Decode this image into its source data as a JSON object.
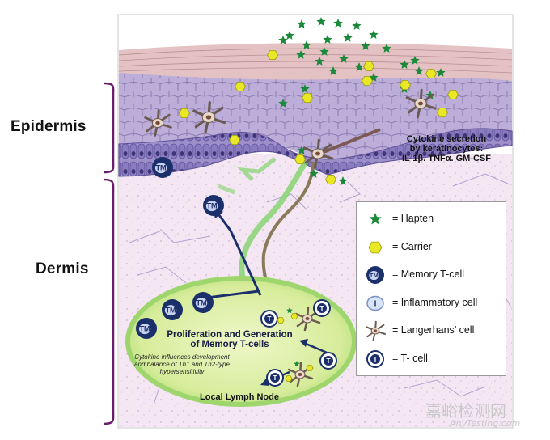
{
  "labels": {
    "epidermis": "Epidermis",
    "dermis": "Dermis"
  },
  "cytokine_note": {
    "line1": "Cytokine secretion",
    "line2": "by keratinocytes:",
    "line3": "IL-1β. TNFα. GM-CSF"
  },
  "node": {
    "title_line1": "Proliferation and Generation",
    "title_line2": "of Memory T-cells",
    "influence_line1": "Cytokine influences development",
    "influence_line2": "and balance of Th1 and Th2-type",
    "influence_line3": "hypersensitivity",
    "lymph_label": "Local Lymph Node"
  },
  "cell_letters": {
    "memory": "TM",
    "inflammatory": "I",
    "tcell": "T"
  },
  "legend": [
    {
      "icon": "hapten-star-icon",
      "text": "= Hapten"
    },
    {
      "icon": "carrier-hexagon-icon",
      "text": "= Carrier"
    },
    {
      "icon": "memory-t-cell-icon",
      "text": "= Memory T-cell"
    },
    {
      "icon": "inflammatory-cell-icon",
      "text": "= Inflammatory cell"
    },
    {
      "icon": "langerhans-cell-icon",
      "text": "= Langerhans’ cell"
    },
    {
      "icon": "t-cell-icon",
      "text": "= T- cell"
    }
  ],
  "watermark": {
    "cn": "嘉峪检测网",
    "en": "AnyTesting.com"
  },
  "colors": {
    "hapten": "#1a8a3a",
    "carrier": "#e8e826",
    "memory_cell": "#1b2f6b",
    "dermis": "#f3e6f2",
    "epidermis": "#b9a9d6",
    "stratum_corneum": "#e6bfc0",
    "lymph_node": "#d9ee9f",
    "bracket": "#6a1f6e"
  }
}
